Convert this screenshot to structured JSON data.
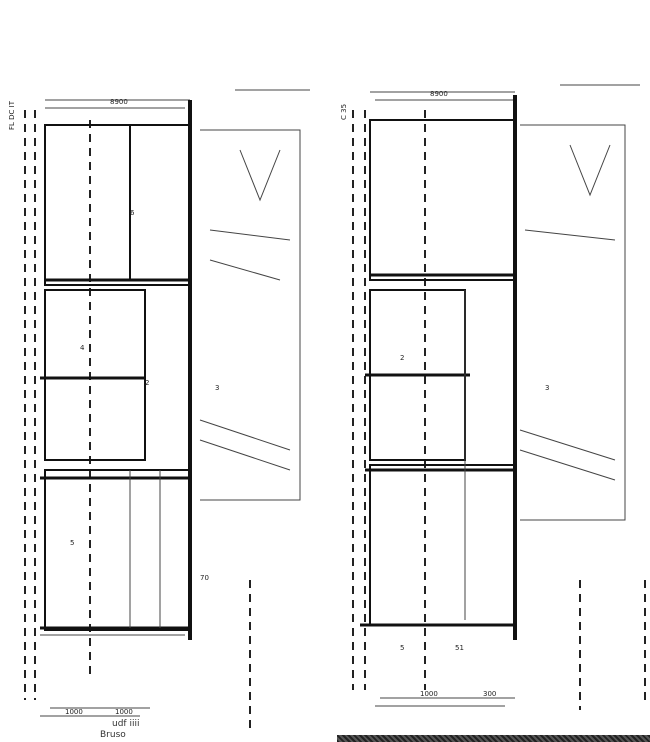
{
  "drawing": {
    "left_plan": {
      "side_label": "FL DC IT",
      "top_dimension": "8900",
      "room_labels": [
        "6",
        "2",
        "3",
        "4",
        "5",
        "70"
      ],
      "bottom_dimensions": [
        "1000",
        "1000"
      ],
      "caption_top": "udf iiii",
      "caption_bottom": "Bruso"
    },
    "right_plan": {
      "side_label": "C 35",
      "top_dimension": "8900",
      "room_labels": [
        "2",
        "3",
        "5",
        "51"
      ],
      "bottom_dimensions": [
        "1000",
        "300"
      ]
    }
  }
}
